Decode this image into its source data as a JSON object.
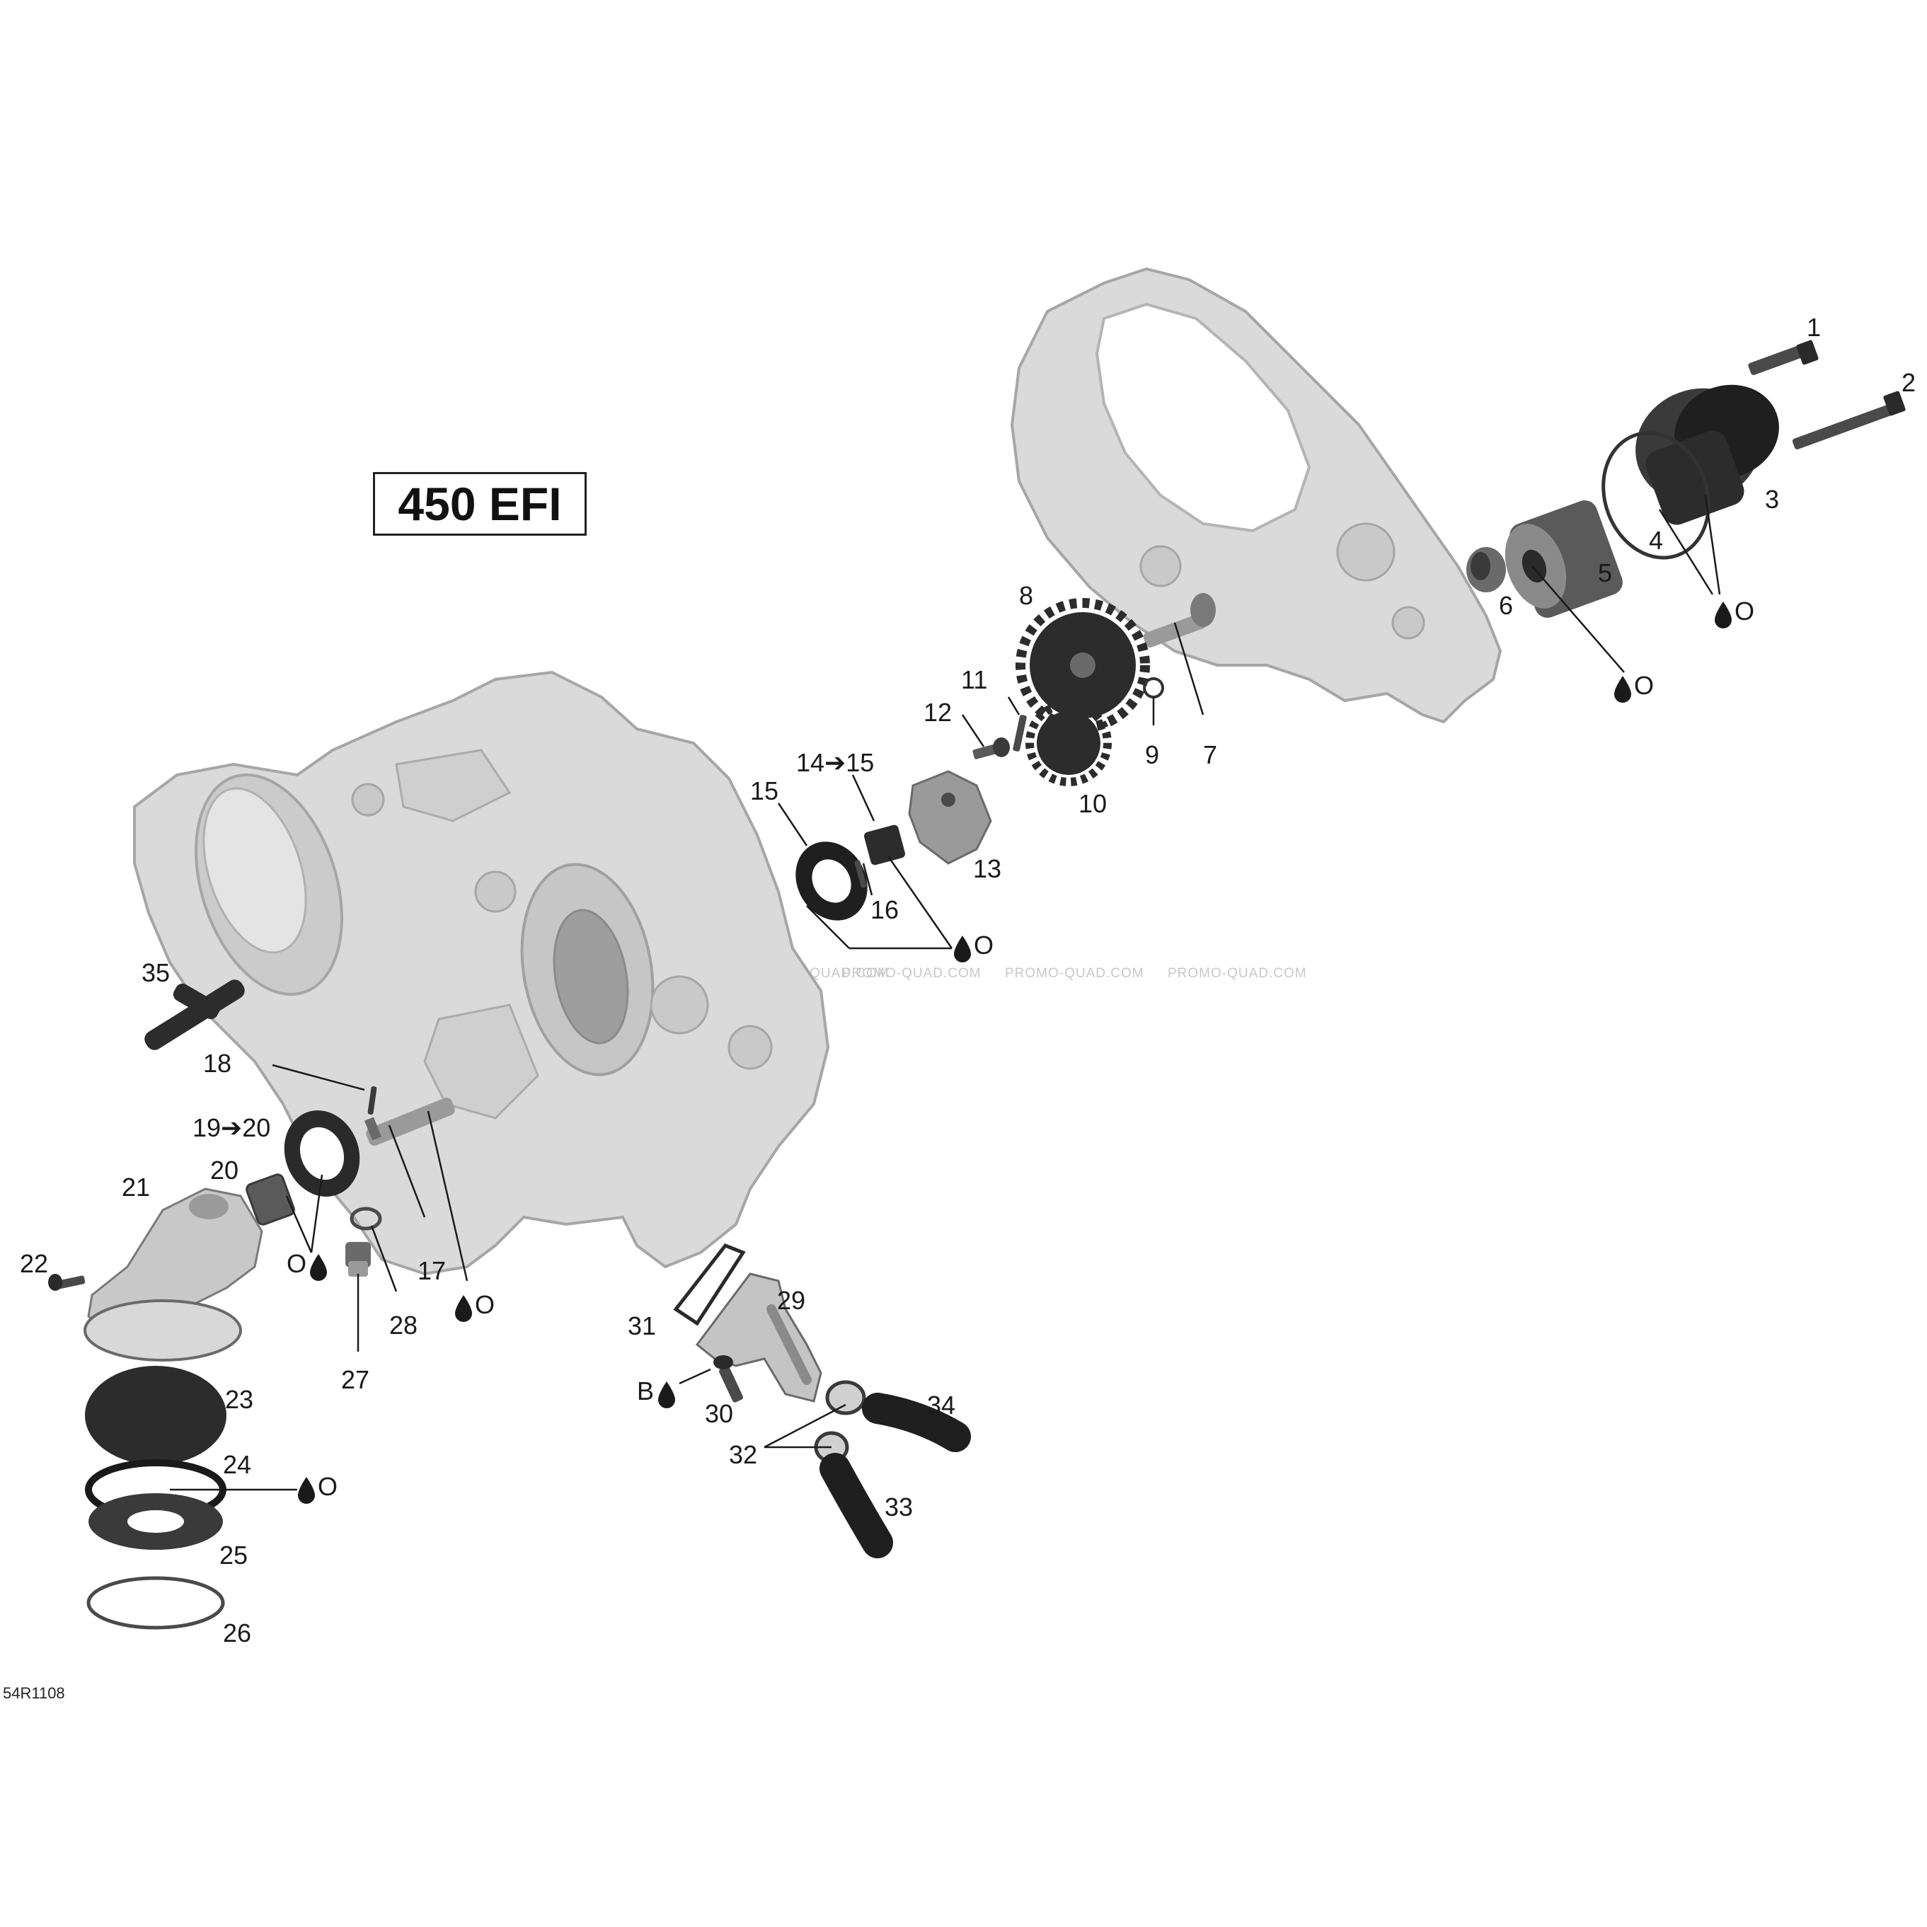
{
  "model_label": "450 EFI",
  "figure_code": "54R1108",
  "watermark": "PROMO-QUAD.COM",
  "symbols": {
    "oil": "O",
    "grease_b": "B"
  },
  "callouts": {
    "c1": "1",
    "c2": "2",
    "c3": "3",
    "c4": "4",
    "c5": "5",
    "c6": "6",
    "c7": "7",
    "c8": "8",
    "c9": "9",
    "c10": "10",
    "c11": "11",
    "c12": "12",
    "c13": "13",
    "c14_15": "14➔15",
    "c15": "15",
    "c16": "16",
    "c17": "17",
    "c18": "18",
    "c19_20": "19➔20",
    "c20": "20",
    "c21": "21",
    "c22": "22",
    "c23": "23",
    "c24": "24",
    "c25": "25",
    "c26": "26",
    "c27": "27",
    "c28": "28",
    "c29": "29",
    "c30": "30",
    "c31": "31",
    "c32": "32",
    "c33": "33",
    "c34": "34",
    "c35": "35"
  },
  "colors": {
    "housing_fill": "#d8d8d8",
    "housing_stroke": "#a8a8a8",
    "dark_part": "#2a2a2a",
    "mid_part": "#6e6e6e",
    "line": "#1a1a1a"
  }
}
